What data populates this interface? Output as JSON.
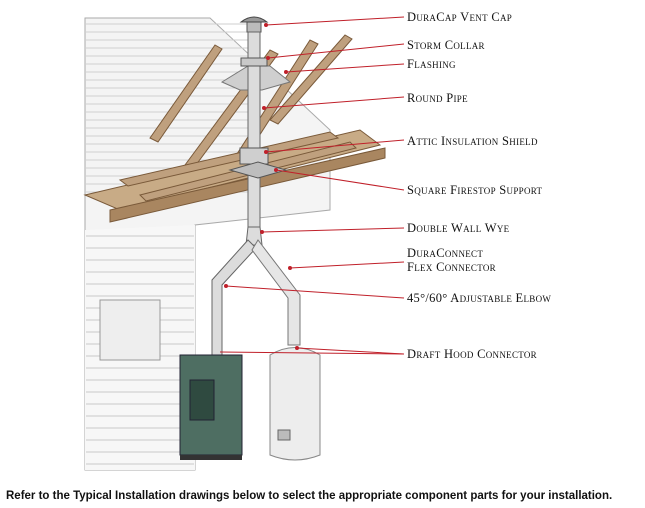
{
  "diagram": {
    "labels": [
      {
        "id": "vent-cap",
        "text": "DuraCap Vent Cap"
      },
      {
        "id": "storm-collar",
        "text": "Storm Collar"
      },
      {
        "id": "flashing",
        "text": "Flashing"
      },
      {
        "id": "round-pipe",
        "text": "Round Pipe"
      },
      {
        "id": "attic-insulation-shield",
        "text": "Attic Insulation Shield"
      },
      {
        "id": "square-firestop-support",
        "text": "Square Firestop Support"
      },
      {
        "id": "double-wall-wye",
        "text": "Double Wall Wye"
      },
      {
        "id": "flex-connector-1",
        "text": "DuraConnect"
      },
      {
        "id": "flex-connector-2",
        "text": "Flex Connector"
      },
      {
        "id": "adjustable-elbow",
        "text": "45°/60° Adjustable Elbow"
      },
      {
        "id": "draft-hood-connector",
        "text": "Draft Hood Connector"
      }
    ],
    "caption": "Refer to the Typical Installation drawings below to select the appropriate component parts for your installation.",
    "colors": {
      "leader": "#c0202a",
      "wood": "#b99a78",
      "wood_dark": "#8a6a48",
      "brick_line": "#c8c8c8",
      "pipe": "#d9d9d9",
      "furnace": "#4a6a5e",
      "heater": "#ececec"
    }
  }
}
